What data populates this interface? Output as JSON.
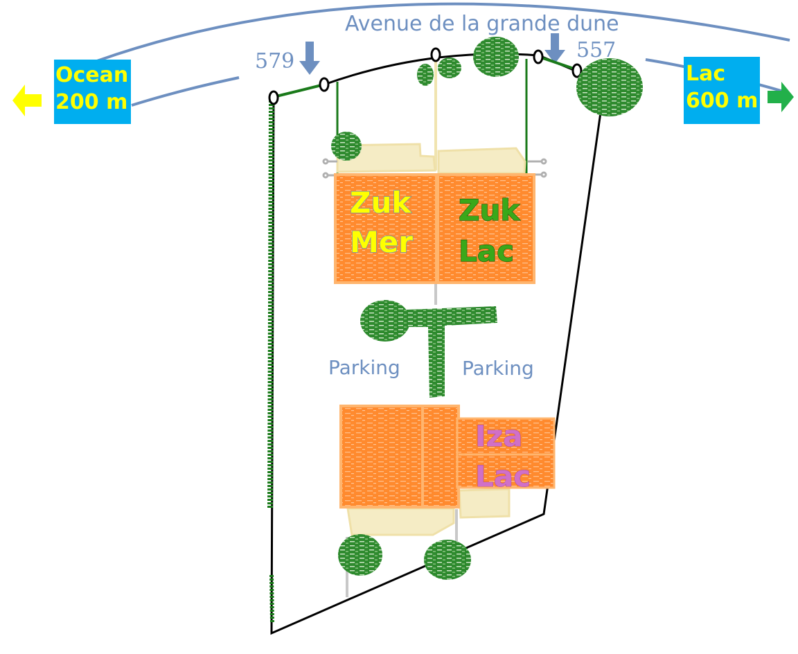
{
  "street": {
    "name": "Avenue de la grande dune"
  },
  "house_numbers": {
    "left": "579",
    "right": "557"
  },
  "signs": {
    "ocean": {
      "line1": "Ocean",
      "line2": "200 m",
      "arrow_color": "#ffff00"
    },
    "lake": {
      "line1": "Lac",
      "line2": "600 m",
      "arrow_color": "#22b04a"
    }
  },
  "buildings": {
    "zuk_mer": {
      "line1": "Zuk",
      "line2": "Mer"
    },
    "zuk_lac": {
      "line1": "Zuk",
      "line2": "Lac"
    },
    "iza_lac": {
      "line1": "Iza",
      "line2": "Lac"
    }
  },
  "parking": {
    "left": "Parking",
    "right": "Parking"
  },
  "colors": {
    "sign_bg": "#00aeef",
    "sign_text": "#ffff00",
    "building_fill": "#ff8c32",
    "building_border": "#ffb56e",
    "terrace": "#f5ecc5",
    "tree": "#2e7d32",
    "street": "#6d8fc0",
    "lot_boundary": "#000000",
    "hedge": "#1a7a1a"
  }
}
